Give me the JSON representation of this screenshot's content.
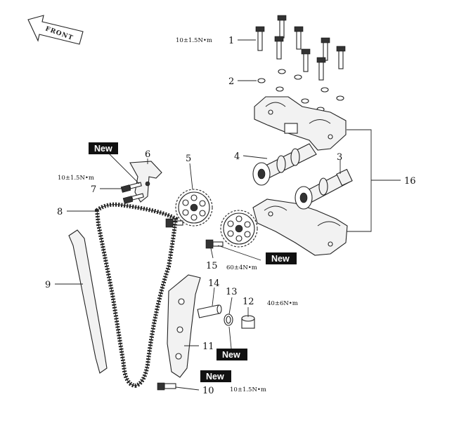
{
  "front_label": "FRONT",
  "new_label": "New",
  "callouts": [
    {
      "id": "1",
      "label": "1"
    },
    {
      "id": "2",
      "label": "2"
    },
    {
      "id": "3",
      "label": "3"
    },
    {
      "id": "4",
      "label": "4"
    },
    {
      "id": "5",
      "label": "5"
    },
    {
      "id": "6",
      "label": "6"
    },
    {
      "id": "7",
      "label": "7"
    },
    {
      "id": "8",
      "label": "8"
    },
    {
      "id": "9",
      "label": "9"
    },
    {
      "id": "10",
      "label": "10"
    },
    {
      "id": "11",
      "label": "11"
    },
    {
      "id": "12",
      "label": "12"
    },
    {
      "id": "13",
      "label": "13"
    },
    {
      "id": "14",
      "label": "14"
    },
    {
      "id": "15",
      "label": "15"
    },
    {
      "id": "16",
      "label": "16"
    }
  ],
  "torques": {
    "bolt_1": "10±1.5N•m",
    "bolt_7": "10±1.5N•m",
    "bolt_15": "60±4N•m",
    "plug_12": "40±6N•m",
    "bolt_10": "10±1.5N•m"
  }
}
